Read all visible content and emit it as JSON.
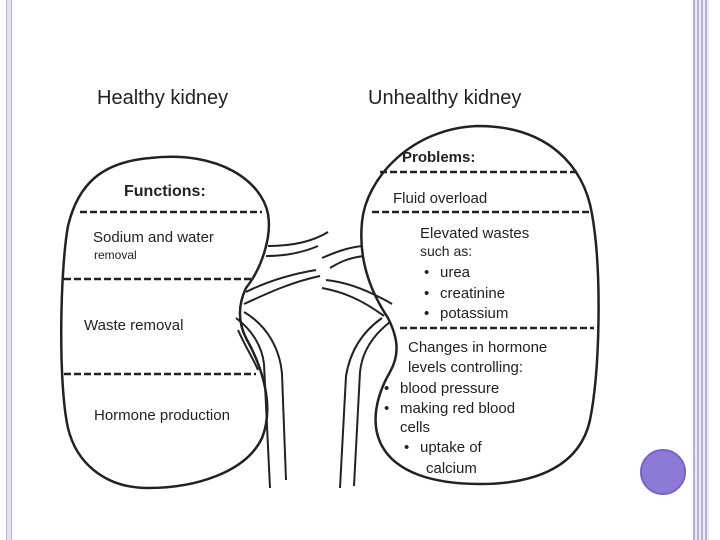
{
  "healthy": {
    "title": "Healthy kidney",
    "header": "Functions:",
    "items": [
      "Sodium and water",
      "removal",
      "Waste removal",
      "Hormone production"
    ]
  },
  "unhealthy": {
    "title": "Unhealthy kidney",
    "header": "Problems:",
    "fluid": "Fluid overload",
    "wastes_title": "Elevated wastes",
    "wastes_sub": "such as:",
    "wastes": [
      "urea",
      "creatinine",
      "potassium"
    ],
    "hormone_line1": "Changes in hormone",
    "hormone_line2": "levels controlling:",
    "hormone_items": [
      "blood pressure",
      "making red blood",
      "cells",
      "uptake of",
      "calcium"
    ]
  },
  "bullet_glyph": "•",
  "colors": {
    "frame": "#b7b2d8",
    "accent_dot": "#8f79d6"
  }
}
